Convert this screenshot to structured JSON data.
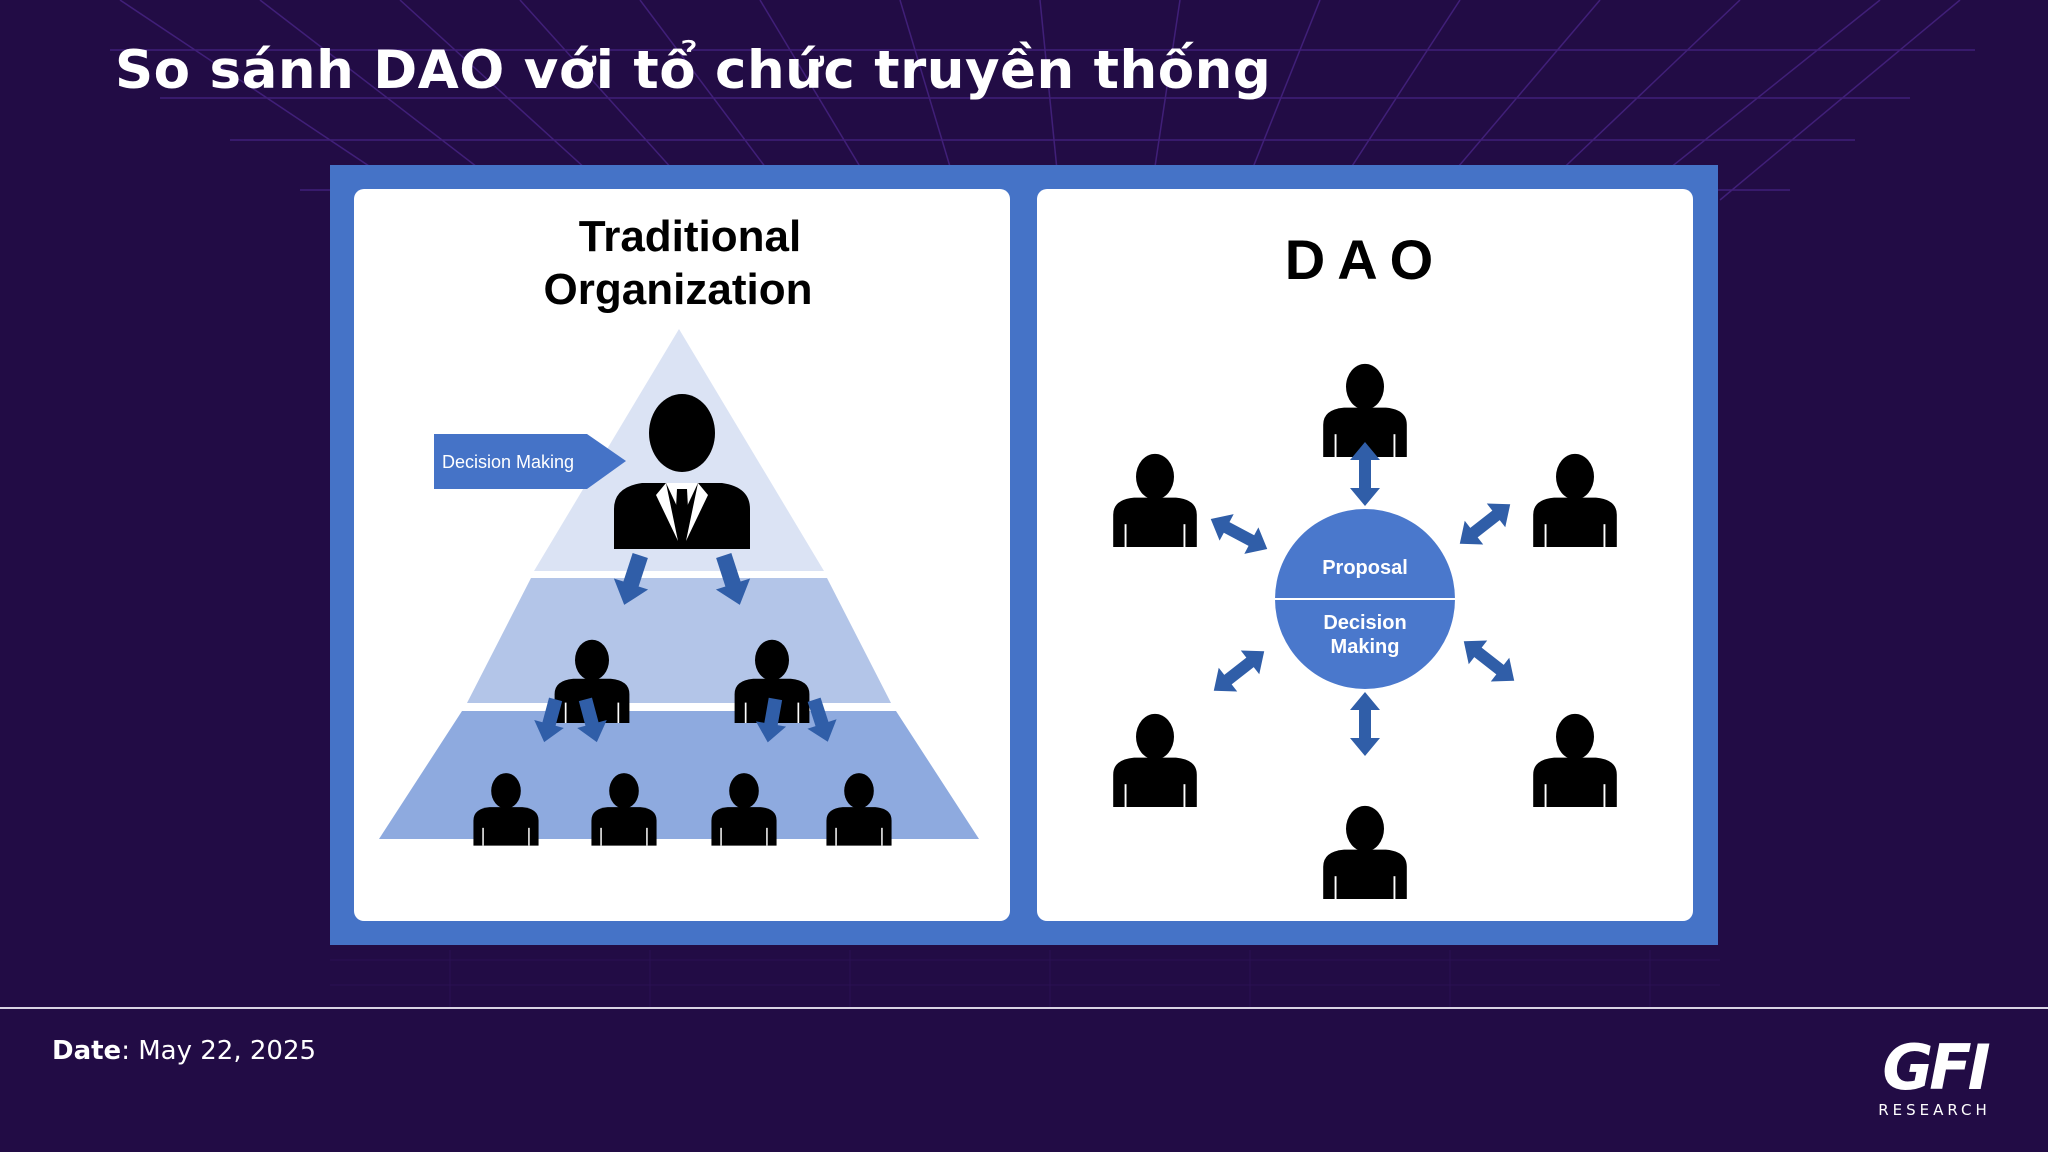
{
  "slide": {
    "title": "So sánh DAO với tổ chức truyền thống",
    "date_label": "Date",
    "date_value": ": May 22, 2025"
  },
  "diagram": {
    "traditional": {
      "title_line1": "Traditional",
      "title_line2": "Organization",
      "decision_label": "Decision Making"
    },
    "dao": {
      "title": "DAO",
      "center_top": "Proposal",
      "center_bottom_line1": "Decision",
      "center_bottom_line2": "Making"
    }
  },
  "logo": {
    "mark": "GFI",
    "sub": "RESEARCH"
  },
  "colors": {
    "background": "#220c45",
    "frame_blue": "#4573c7",
    "pyramid_light": "#dbe3f4",
    "pyramid_mid": "#b3c5e8",
    "pyramid_dark": "#8eaadf",
    "arrow_blue": "#305ea8",
    "circle_blue": "#4a78cc"
  }
}
